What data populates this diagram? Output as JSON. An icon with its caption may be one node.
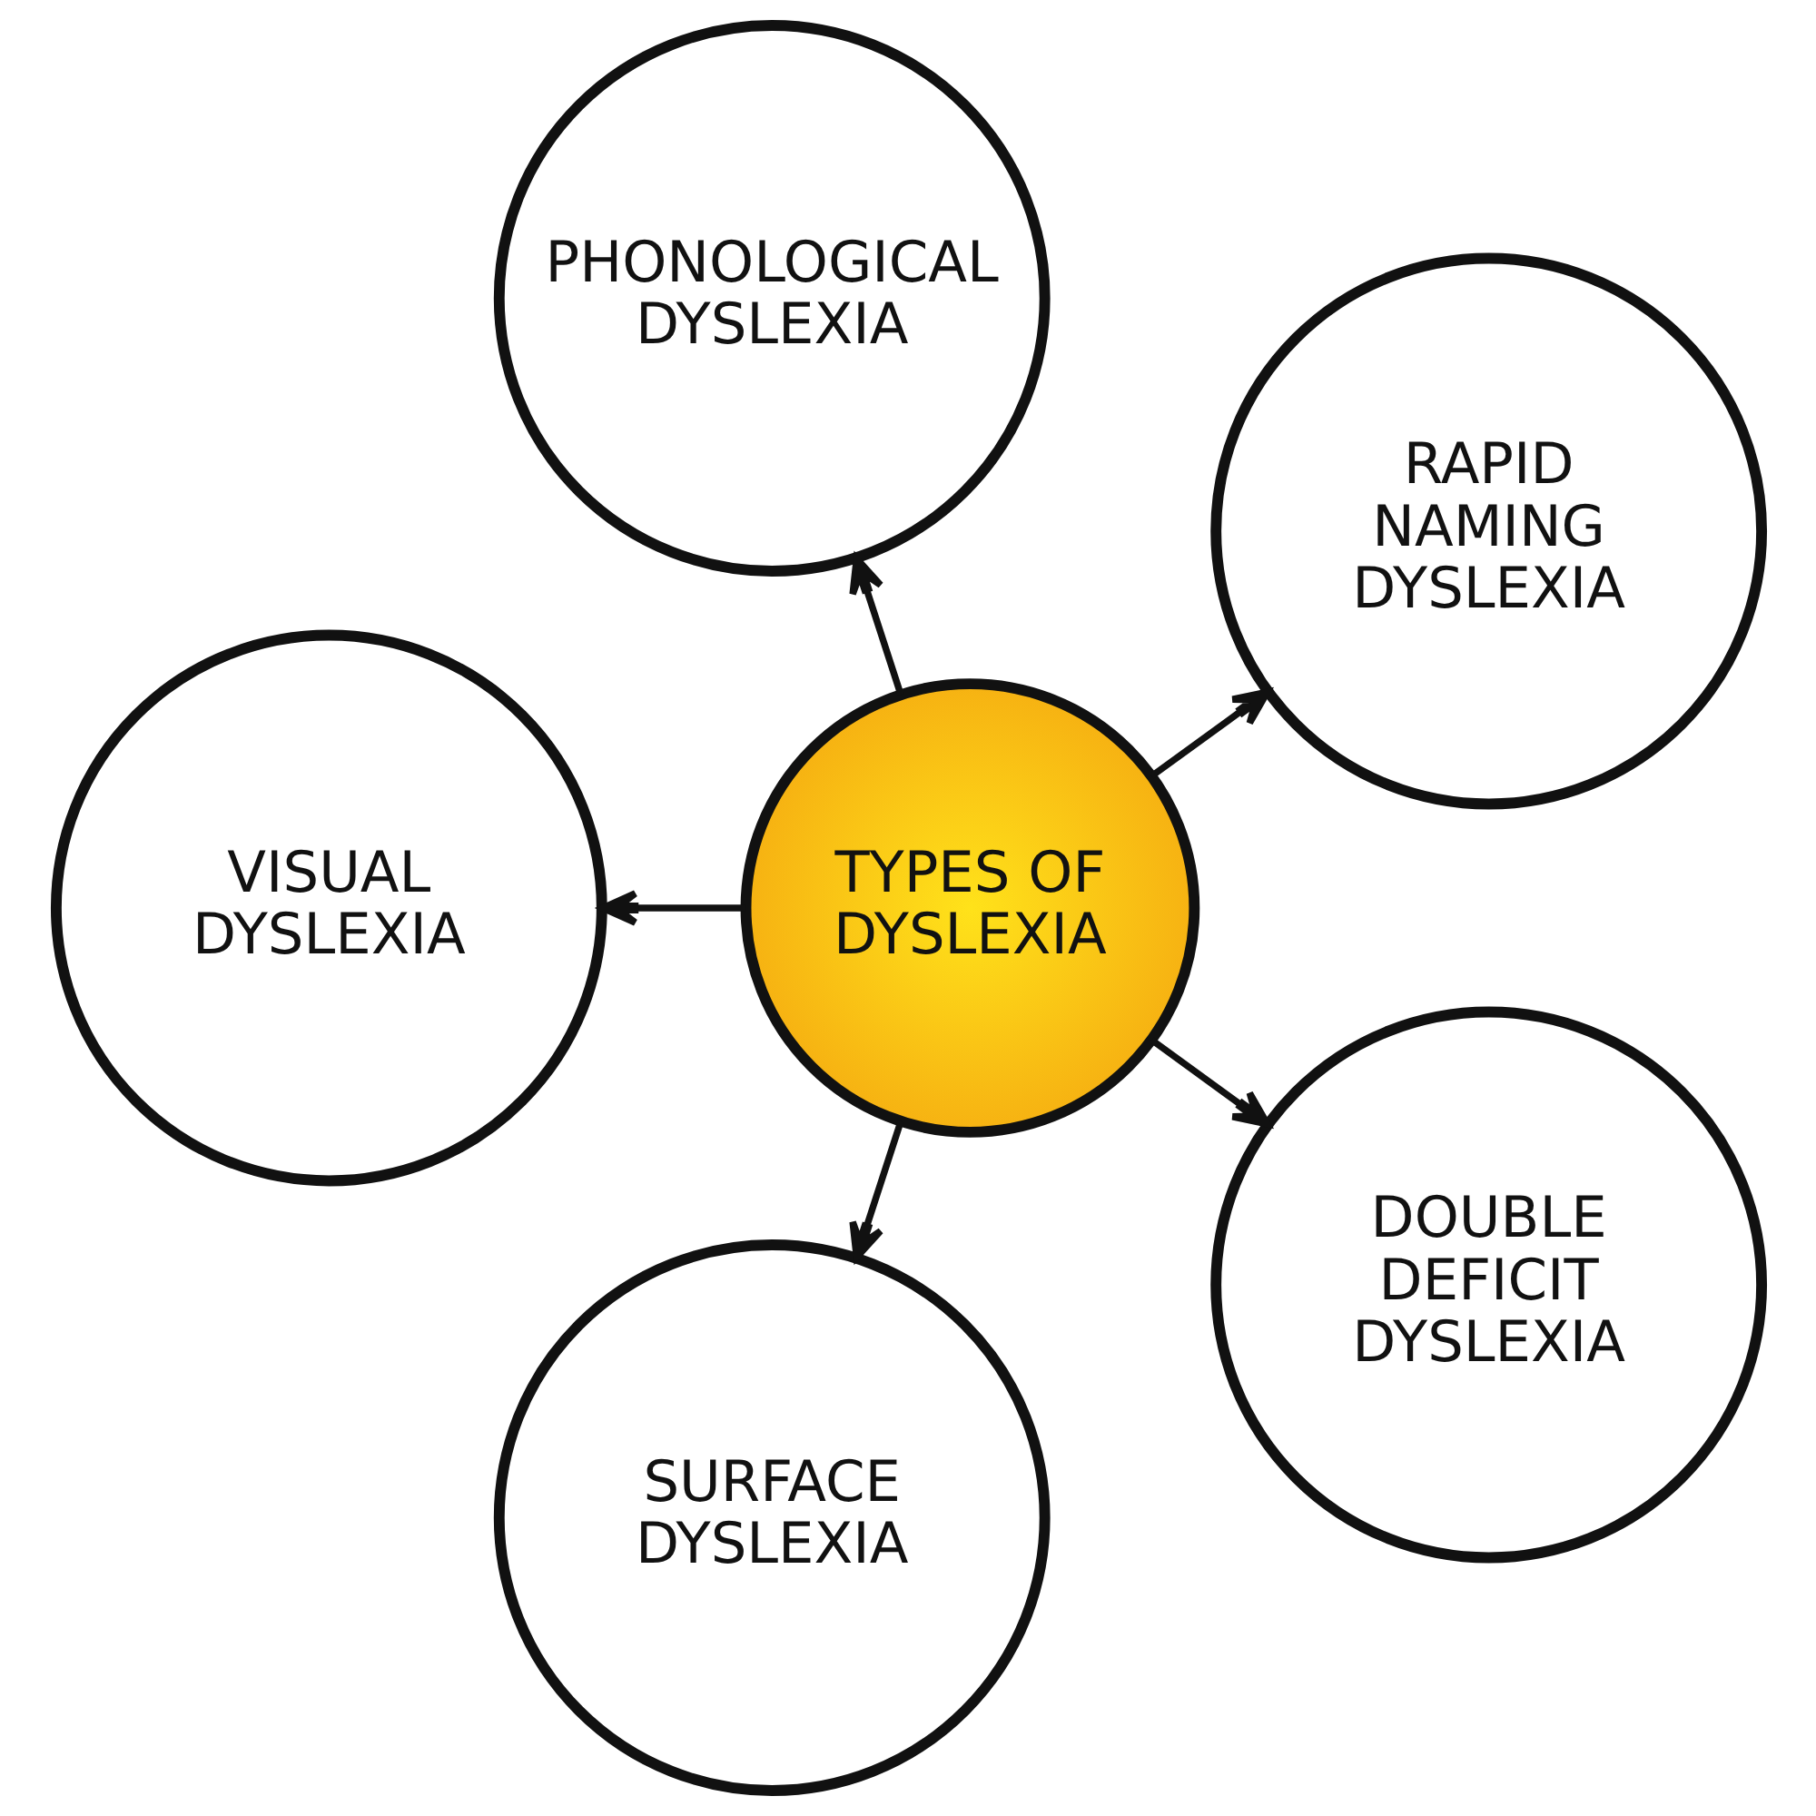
{
  "diagram": {
    "nodes": [
      {
        "text": [
          "TYPES OF DYSLEXIA"
        ]
      },
      {
        "text": [
          "PHONOLOGICAL DYSLEXIA"
        ]
      },
      {
        "text": [
          "RAPID NAMING DYSLEXIA"
        ]
      },
      {
        "text": [
          "DOUBLE DEFICIT DYSLEXIA"
        ]
      },
      {
        "text": [
          "SURFACE DYSLEXIA"
        ]
      },
      {
        "text": [
          "VISUAL DYSLEXIA"
        ]
      }
    ],
    "edges": [
      {
        "from": 0,
        "to": 2,
        "arrow": "to"
      },
      {
        "from": 0,
        "to": 1,
        "arrow": "to"
      },
      {
        "from": 0,
        "to": 5,
        "arrow": "to"
      },
      {
        "from": 0,
        "to": 4,
        "arrow": "to"
      },
      {
        "from": 0,
        "to": 3,
        "arrow": "to"
      }
    ]
  }
}
